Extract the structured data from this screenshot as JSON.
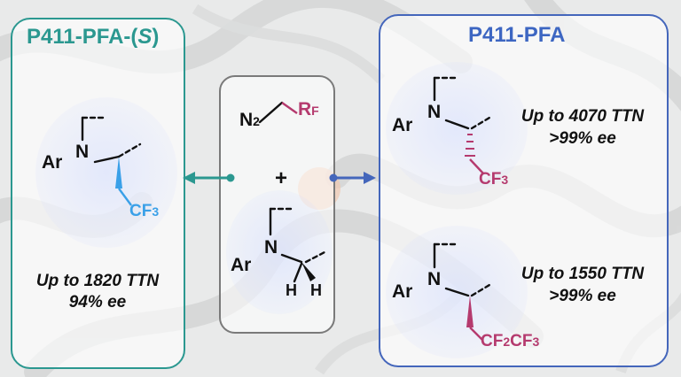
{
  "left_panel": {
    "title_pre": "P411-PFA-(",
    "title_italic": "S",
    "title_post": ")",
    "stat_ttn": "Up to 1820 TTN",
    "stat_ee": "94% ee",
    "color": "#2b9890",
    "product": {
      "ar": "Ar",
      "n": "N",
      "cf3": "CF",
      "cf3_sub": "3"
    }
  },
  "center_panel": {
    "n2": "N",
    "n2_sub": "2",
    "rf": "R",
    "rf_sub": "F",
    "plus": "+",
    "ar": "Ar",
    "n": "N",
    "h1": "H",
    "h2": "H",
    "color": "#7a7a7a"
  },
  "right_panel": {
    "title": "P411-PFA",
    "color": "#3d66c2",
    "product1": {
      "ar": "Ar",
      "n": "N",
      "cf3": "CF",
      "cf3_sub": "3",
      "stat_ttn": "Up to 4070 TTN",
      "stat_ee": ">99% ee"
    },
    "product2": {
      "ar": "Ar",
      "n": "N",
      "cf": "CF",
      "cf_sub": "2",
      "cf3": "CF",
      "cf3_sub": "3",
      "stat_ttn": "Up to 1550 TTN",
      "stat_ee": ">99% ee"
    }
  },
  "colors": {
    "teal": "#2b9890",
    "blue": "#4466bb",
    "magenta": "#b53a6e",
    "sky": "#3aa0e8"
  }
}
